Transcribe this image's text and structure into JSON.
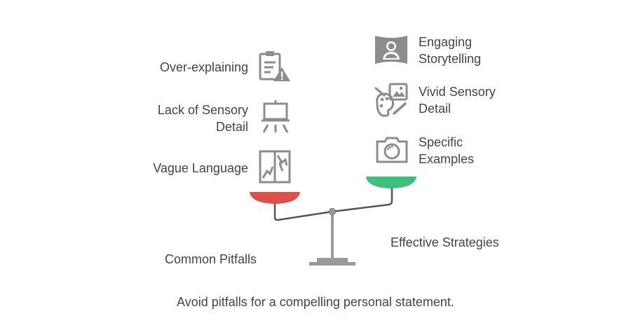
{
  "left": {
    "heading": "Common Pitfalls",
    "items": [
      {
        "label": "Over-explaining",
        "icon": "document-warning-icon"
      },
      {
        "label": "Lack of Sensory\nDetail",
        "icon": "easel-icon"
      },
      {
        "label": "Vague Language",
        "icon": "broken-window-icon"
      }
    ],
    "pan_color": "#e0504a"
  },
  "right": {
    "heading": "Effective Strategies",
    "items": [
      {
        "label": "Engaging\nStorytelling",
        "icon": "storyteller-icon"
      },
      {
        "label": "Vivid Sensory\nDetail",
        "icon": "art-palette-icon"
      },
      {
        "label": "Specific\nExamples",
        "icon": "camera-icon"
      }
    ],
    "pan_color": "#3cc07a"
  },
  "footer": "Avoid pitfalls for a compelling personal statement.",
  "colors": {
    "icon": "#8c8c8c",
    "beam": "#555555",
    "stand": "#9a9a9a"
  }
}
